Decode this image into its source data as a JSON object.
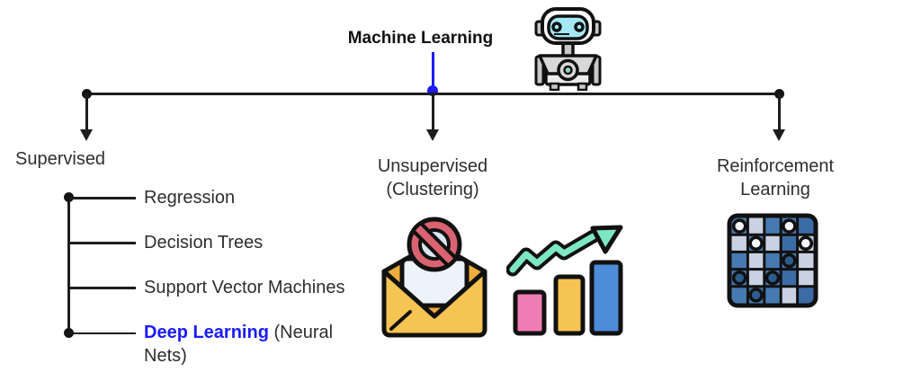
{
  "title": "Machine Learning",
  "branches": {
    "supervised": {
      "label": "Supervised",
      "items": [
        {
          "text": "Regression"
        },
        {
          "text": "Decision Trees"
        },
        {
          "text": "Support Vector Machines"
        },
        {
          "highlight": "Deep Learning",
          "suffix": " (Neural Nets)"
        }
      ]
    },
    "unsupervised": {
      "line1": "Unsupervised",
      "line2": "(Clustering)"
    },
    "reinforcement": {
      "line1": "Reinforcement",
      "line2": "Learning"
    }
  },
  "icons": {
    "robot": "robot-mascot-icon",
    "blocked_email": "blocked-spam-email-icon",
    "trend_chart": "rising-bar-chart-icon",
    "checkers": "checkers-board-icon"
  },
  "colors": {
    "accent_blue": "#1b1bff",
    "line_black": "#1d1d1d",
    "text": "#2e2e2e",
    "envelope_yellow": "#f6c453",
    "envelope_gold": "#efac3d",
    "letter_white": "#eef3fb",
    "ban_red": "#d96370",
    "ban_inner": "#d9e6f2",
    "bar_pink": "#f07cb4",
    "bar_yellow": "#f6c453",
    "bar_blue": "#4d8cd8",
    "arrow_mint": "#7de7c4",
    "board_blue": "#477ab2",
    "board_blue_dark": "#3c6ca6",
    "board_light": "#c9d1e2",
    "piece_dark": "#2d5d8e",
    "visor_cyan": "#a5e9f7",
    "robot_gray": "#d8d8d8",
    "chest_teal": "#8fd9c8"
  }
}
